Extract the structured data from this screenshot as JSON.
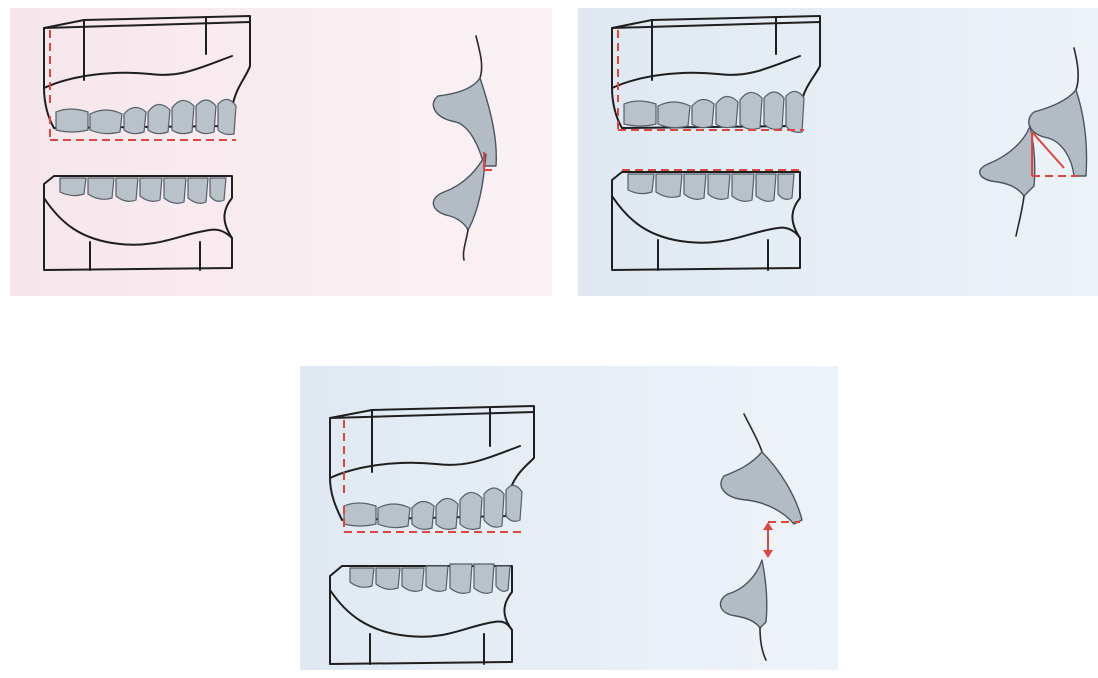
{
  "figure": {
    "panels": [
      {
        "id": "a",
        "tint_left": "#f8e9ee",
        "tint_right": "#fbf1f4",
        "marker_color": "#d9473f"
      },
      {
        "id": "b",
        "tint_left": "#e3ebf3",
        "tint_right": "#edf2f7",
        "marker_color": "#d9473f"
      },
      {
        "id": "c",
        "tint_left": "#e4ecf4",
        "tint_right": "#eef3f8",
        "marker_color": "#d9473f"
      }
    ],
    "tooth_color": "#b9c1c9",
    "outline_color": "#1f1f1f"
  }
}
